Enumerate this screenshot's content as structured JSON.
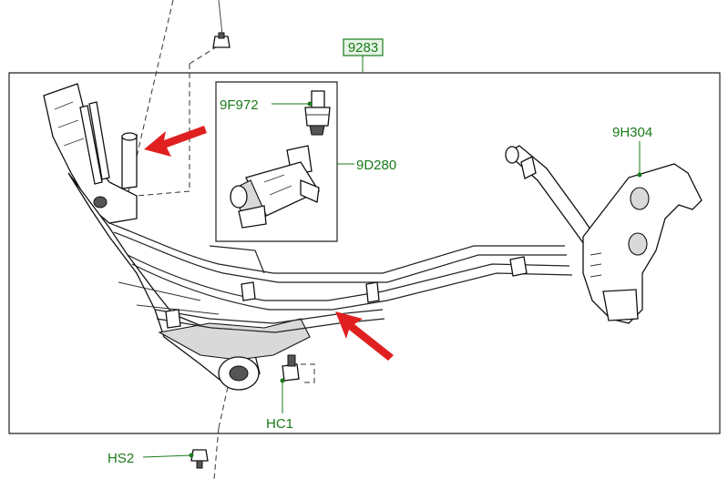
{
  "diagram": {
    "main_label": "9283",
    "callouts": [
      {
        "id": "9F972",
        "text": "9F972"
      },
      {
        "id": "9D280",
        "text": "9D280"
      },
      {
        "id": "9H304",
        "text": "9H304"
      },
      {
        "id": "HC1",
        "text": "HC1"
      },
      {
        "id": "HS2",
        "text": "HS2"
      }
    ],
    "colors": {
      "label": "#1a7a1a",
      "main_label_box": "#1a7a1a",
      "arrow": "#e02020",
      "line": "#222222"
    }
  }
}
